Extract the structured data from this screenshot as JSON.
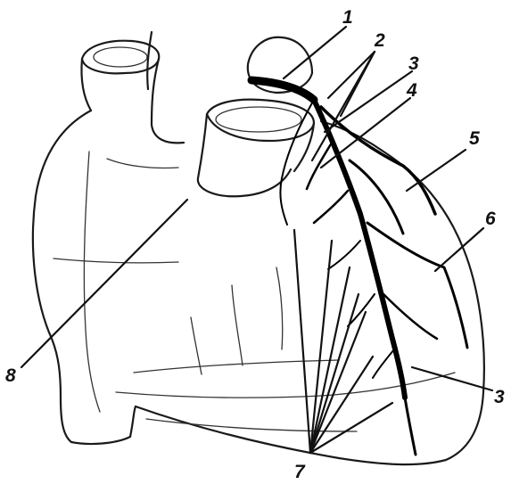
{
  "figure": {
    "labels": [
      "1",
      "2",
      "3",
      "4",
      "5",
      "6",
      "3",
      "7",
      "8"
    ]
  }
}
